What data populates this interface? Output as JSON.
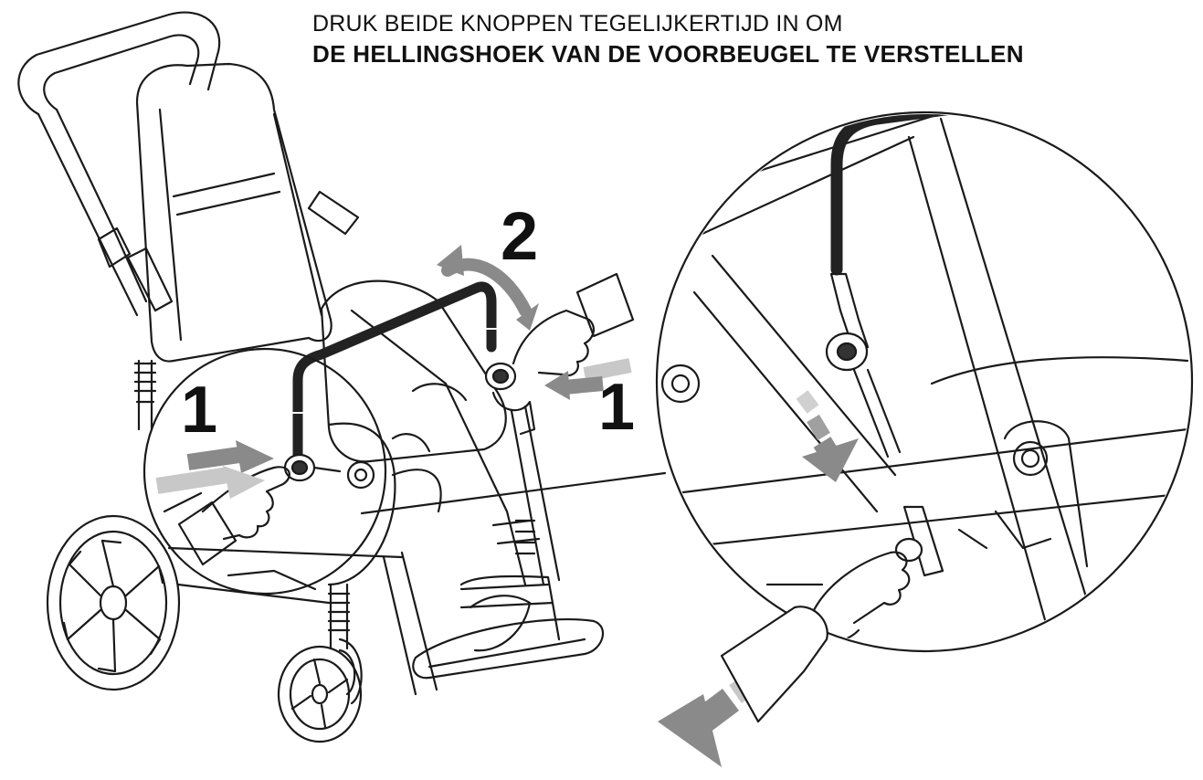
{
  "instruction": {
    "line1": "DRUK BEIDE KNOPPEN TEGELIJKERTIJD IN OM",
    "line2": "DE HELLINGSHOEK VAN DE VOORBEUGEL TE VERSTELLEN"
  },
  "steps": {
    "rotate": "2",
    "press_left": "1",
    "press_right": "1"
  },
  "colors": {
    "line": "#1a1a1a",
    "arrow_gray": "#8a8a8a",
    "arrow_light": "#c8c8c8",
    "bar_dark": "#222222"
  }
}
